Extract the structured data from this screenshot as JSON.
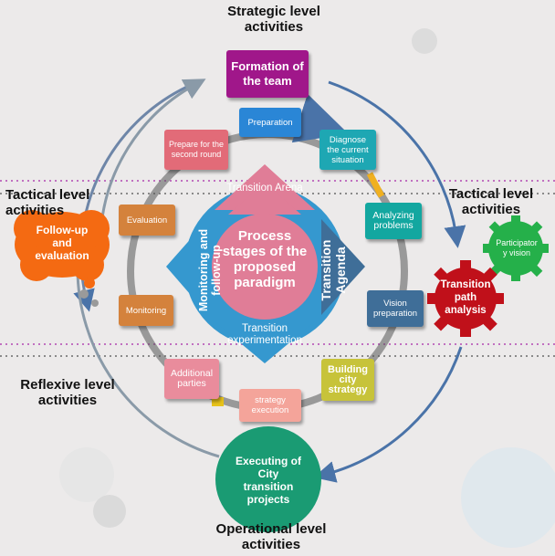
{
  "levels": {
    "strategic": "Strategic level\nactivities",
    "tactical_left": "Tactical level\nactivities",
    "tactical_right": "Tactical level\nactivities",
    "reflexive": "Reflexive level\nactivities",
    "operational": "Operational level\nactivities"
  },
  "center": {
    "title": "Process\nstages of the\nproposed\nparadigm",
    "arena": "Transition Arena",
    "agenda": "Transition\nAgenda",
    "experimentation": "Transition\nexperimentation",
    "monitoring": "Monitoring and\nfollow-up"
  },
  "steps": {
    "formation": "Formation of\nthe team",
    "preparation": "Preparation",
    "diagnose": "Diagnose\nthe current\nsituation",
    "analyzing": "Analyzing\nproblems",
    "vision_prep": "Vision\npreparation",
    "building": "Building\ncity\nstrategy",
    "strategy_exec": "strategy\nexecution",
    "additional": "Additional\nparties",
    "monitoring": "Monitoring",
    "evaluation": "Evaluation",
    "prepare_second": "Prepare for the\nsecond round",
    "followup": "Follow-up\nand\nevaluation",
    "executing": "Executing of\nCity\ntransition\nprojects",
    "transition_path": "Transition\npath\nanalysis",
    "participatory": "Participator\ny vision"
  },
  "colors": {
    "magenta": "#a0178a",
    "blue": "#2a86d6",
    "teal": "#1ea7b3",
    "teal_green": "#13a7a0",
    "steel": "#3f6e98",
    "yellow_green": "#c7c33a",
    "salmon": "#f4a49a",
    "pink": "#e98c9c",
    "brown_orange": "#d4823c",
    "red_pink": "#e26b78",
    "orange": "#f46a12",
    "green": "#1a9b73",
    "dark_red": "#c0101a",
    "bright_green": "#25b04a",
    "center_pink": "#e07d97",
    "quad_blue": "#3598cf"
  }
}
